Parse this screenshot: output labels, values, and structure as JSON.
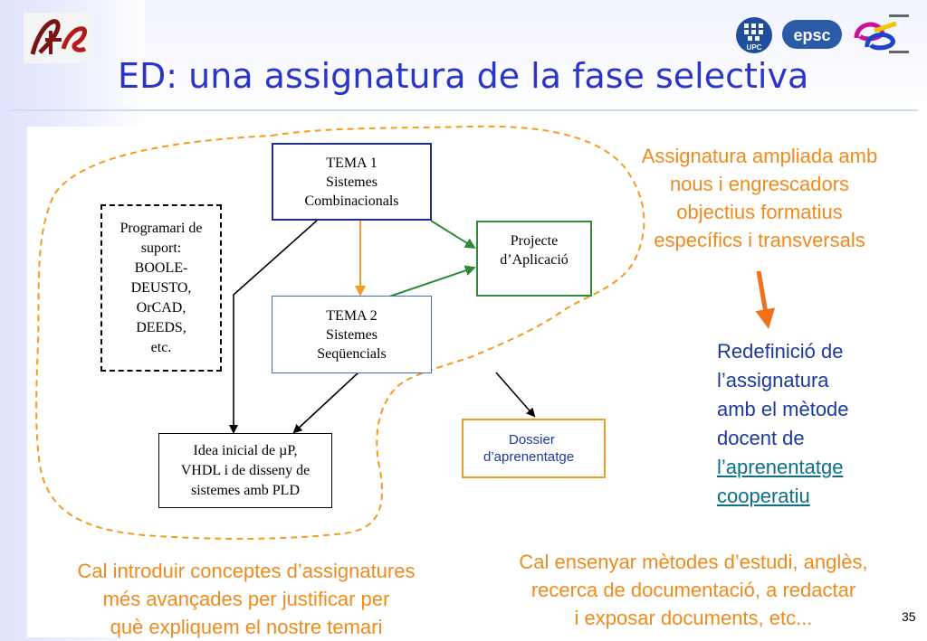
{
  "title": "ED: una assignatura de la fase selectiva",
  "logos": {
    "left_monogram": "a",
    "upc": "UPC",
    "epsc": "epsc"
  },
  "boxes": {
    "tema1": [
      "TEMA 1",
      "Sistemes",
      "Combinacionals"
    ],
    "tema2": [
      "TEMA 2",
      "Sistemes",
      "Seqüencials"
    ],
    "projecte": [
      "Projecte",
      "d’Aplicació"
    ],
    "programari": [
      "Programari de",
      "suport:",
      "BOOLE-",
      "DEUSTO,",
      "OrCAD,",
      "DEEDS,",
      "etc."
    ],
    "idea": [
      "Idea inicial de µP,",
      "VHDL i de disseny de",
      "sistemes amb PLD"
    ],
    "dossier": [
      "Dossier",
      "d’aprenentatge"
    ]
  },
  "notes": {
    "top_right": [
      "Assignatura ampliada amb",
      "nous i engrescadors",
      "objectius formatius",
      "específics i transversals"
    ],
    "redefinicio": [
      "Redefinició de",
      "l’assignatura",
      "amb el mètode",
      "docent de"
    ],
    "redefinicio_link": [
      "l’aprenentatge",
      "cooperatiu"
    ],
    "bottom_left": [
      "Cal introduir conceptes d’assignatures",
      "més avançades per justificar per",
      "què expliquem el nostre temari"
    ],
    "bottom_right": [
      "Cal ensenyar mètodes d’estudi, anglès,",
      "recerca de documentació, a redactar",
      "i exposar documents, etc..."
    ]
  },
  "page_number": "35",
  "colors": {
    "title": "#2b35c9",
    "orange": "#f08a1c",
    "blue_text": "#1b3aa0",
    "green": "#2e8b3a",
    "navy_box": "#1f2a8c"
  }
}
